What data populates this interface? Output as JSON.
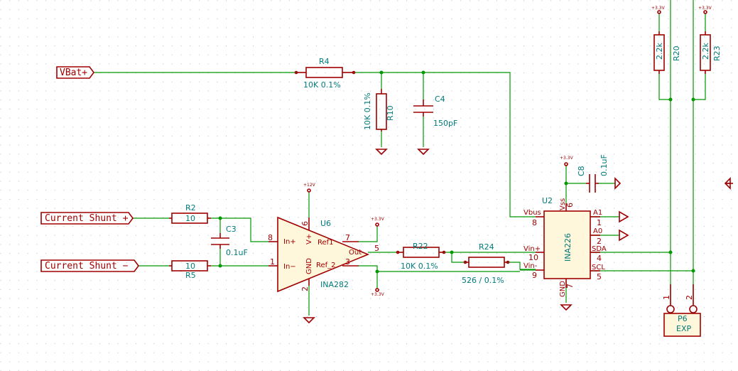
{
  "labels": {
    "vbat": "VBat+",
    "shunt_pos": "Current Shunt +",
    "shunt_neg": "Current Shunt −"
  },
  "resistors": {
    "r4": {
      "ref": "R4",
      "value": "10K 0.1%"
    },
    "r10": {
      "ref": "R10",
      "value": "10K 0.1%"
    },
    "r2": {
      "ref": "R2",
      "value": "10"
    },
    "r5": {
      "ref": "R5",
      "value": "10"
    },
    "r22": {
      "ref": "R22",
      "value": "10K 0.1%"
    },
    "r24": {
      "ref": "R24",
      "value": "526 / 0.1%"
    },
    "r20": {
      "ref": "R20",
      "value": "2.2k"
    },
    "r23": {
      "ref": "R23",
      "value": "2.2k"
    }
  },
  "capacitors": {
    "c4": {
      "ref": "C4",
      "value": "150pF"
    },
    "c3": {
      "ref": "C3",
      "value": "0.1uF"
    },
    "c8": {
      "ref": "C8",
      "value": "0.1uF"
    }
  },
  "power": {
    "p12v": "+12V",
    "p33v": "+3.3V"
  },
  "u6": {
    "ref": "U6",
    "value": "INA282",
    "pins": {
      "inp": "In+",
      "inn": "In−",
      "vp": "V+",
      "gnd": "GND",
      "ref1": "Ref1",
      "ref2": "Ref_2",
      "out": "Out"
    },
    "nums": {
      "p8": "8",
      "p1": "1",
      "p6": "6",
      "p2": "2",
      "p7": "7",
      "p3": "3",
      "p5": "5"
    }
  },
  "u2": {
    "ref": "U2",
    "value": "INA226",
    "pins": {
      "vbus": "Vbus",
      "vinp": "Vin+",
      "vinn": "Vin-",
      "vss": "Vss",
      "gnd": "GND",
      "a1": "A1",
      "a0": "A0",
      "sda": "SDA",
      "scl": "SCL"
    },
    "nums": {
      "p8": "8",
      "p10": "10",
      "p9": "9",
      "p6": "6",
      "p7": "7",
      "p1": "1",
      "p2": "2",
      "p4": "4",
      "p5": "5"
    }
  },
  "p6": {
    "ref": "P6",
    "value": "EXP",
    "nums": {
      "p1": "1",
      "p2": "2"
    }
  }
}
